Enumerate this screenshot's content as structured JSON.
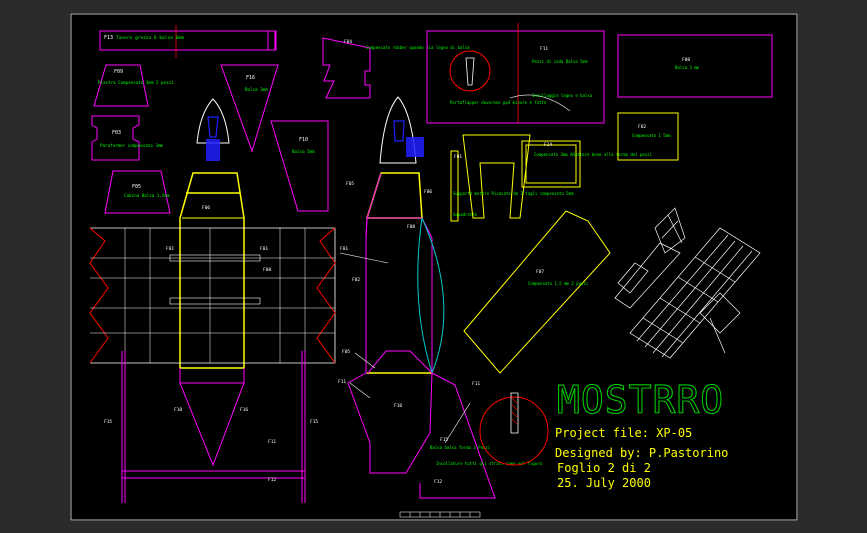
{
  "title_block": {
    "project_name": "MOSTRRO",
    "project_file": "Project file: XP-05",
    "designed_by": "Designed by: P.Pastorino",
    "sheet": "Foglio 2 di 2",
    "date": "25. July 2000"
  },
  "part_labels": {
    "f13": "F13",
    "f13_note": "Tavoro grezzo 6 balsa 6mm",
    "f09": "F09",
    "f09_note": "Piastra Compensato 3mm 2 pezzi",
    "f03": "F03",
    "f03_note": "Paraformer compensato 3mm",
    "f05": "F05",
    "f05_note": "Cabina Balsa 1,5mm",
    "f10": "F10",
    "f10_note": "Balsa 5mm",
    "f16": "F16",
    "f16_note": "Balsa 3mm",
    "f04": "F04",
    "f04_note": "Compensato rubber quando sia legno di balsa",
    "f11": "F11",
    "f11_note_a": "Pezzi di coda Balsa 5mm",
    "f11_note_b": "Portaflapper doverano pp4 misure e fatte",
    "f11_note_c": "Incollaggio legno e balsa",
    "f08": "F08",
    "f08_note": "Balsa 3 mm",
    "f02": "F02",
    "f02_note": "Compensato 1 5mm",
    "f01": "F01",
    "f14": "F14",
    "f14_note": "Compensato 3mm Adattare bene alla forma dei pezzi",
    "f07": "F07",
    "f07_note": "Compensato 1,5 mm 2 pezzi",
    "f06": "F06",
    "f08b": "F08",
    "f15": "F15",
    "f12": "F12",
    "f01_note": "Supporto motore Ricavato da 3 tagli compensato 5mm",
    "f15_note": "Squadrette",
    "bottom_note_a": "Balsa balsa forma 3 Pezzi",
    "bottom_note_b": "Incollature tutti gli strati come nel figura"
  },
  "colors": {
    "background": "#000000",
    "frame": "#c0c0c0",
    "title": "#00c800",
    "magenta": "#ff00ff",
    "yellow": "#ffff00",
    "cyan": "#00c8c8",
    "blue": "#2020ff",
    "red": "#ff0000",
    "white": "#ffffff",
    "green_text": "#00ff00"
  }
}
